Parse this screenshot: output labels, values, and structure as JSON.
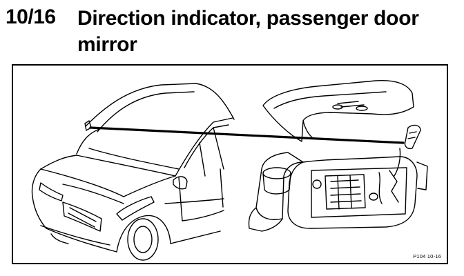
{
  "document": {
    "section_number": "10/16",
    "heading": "Direction indicator, passenger door mirror",
    "figure": {
      "code": "P104 10-16"
    }
  }
}
